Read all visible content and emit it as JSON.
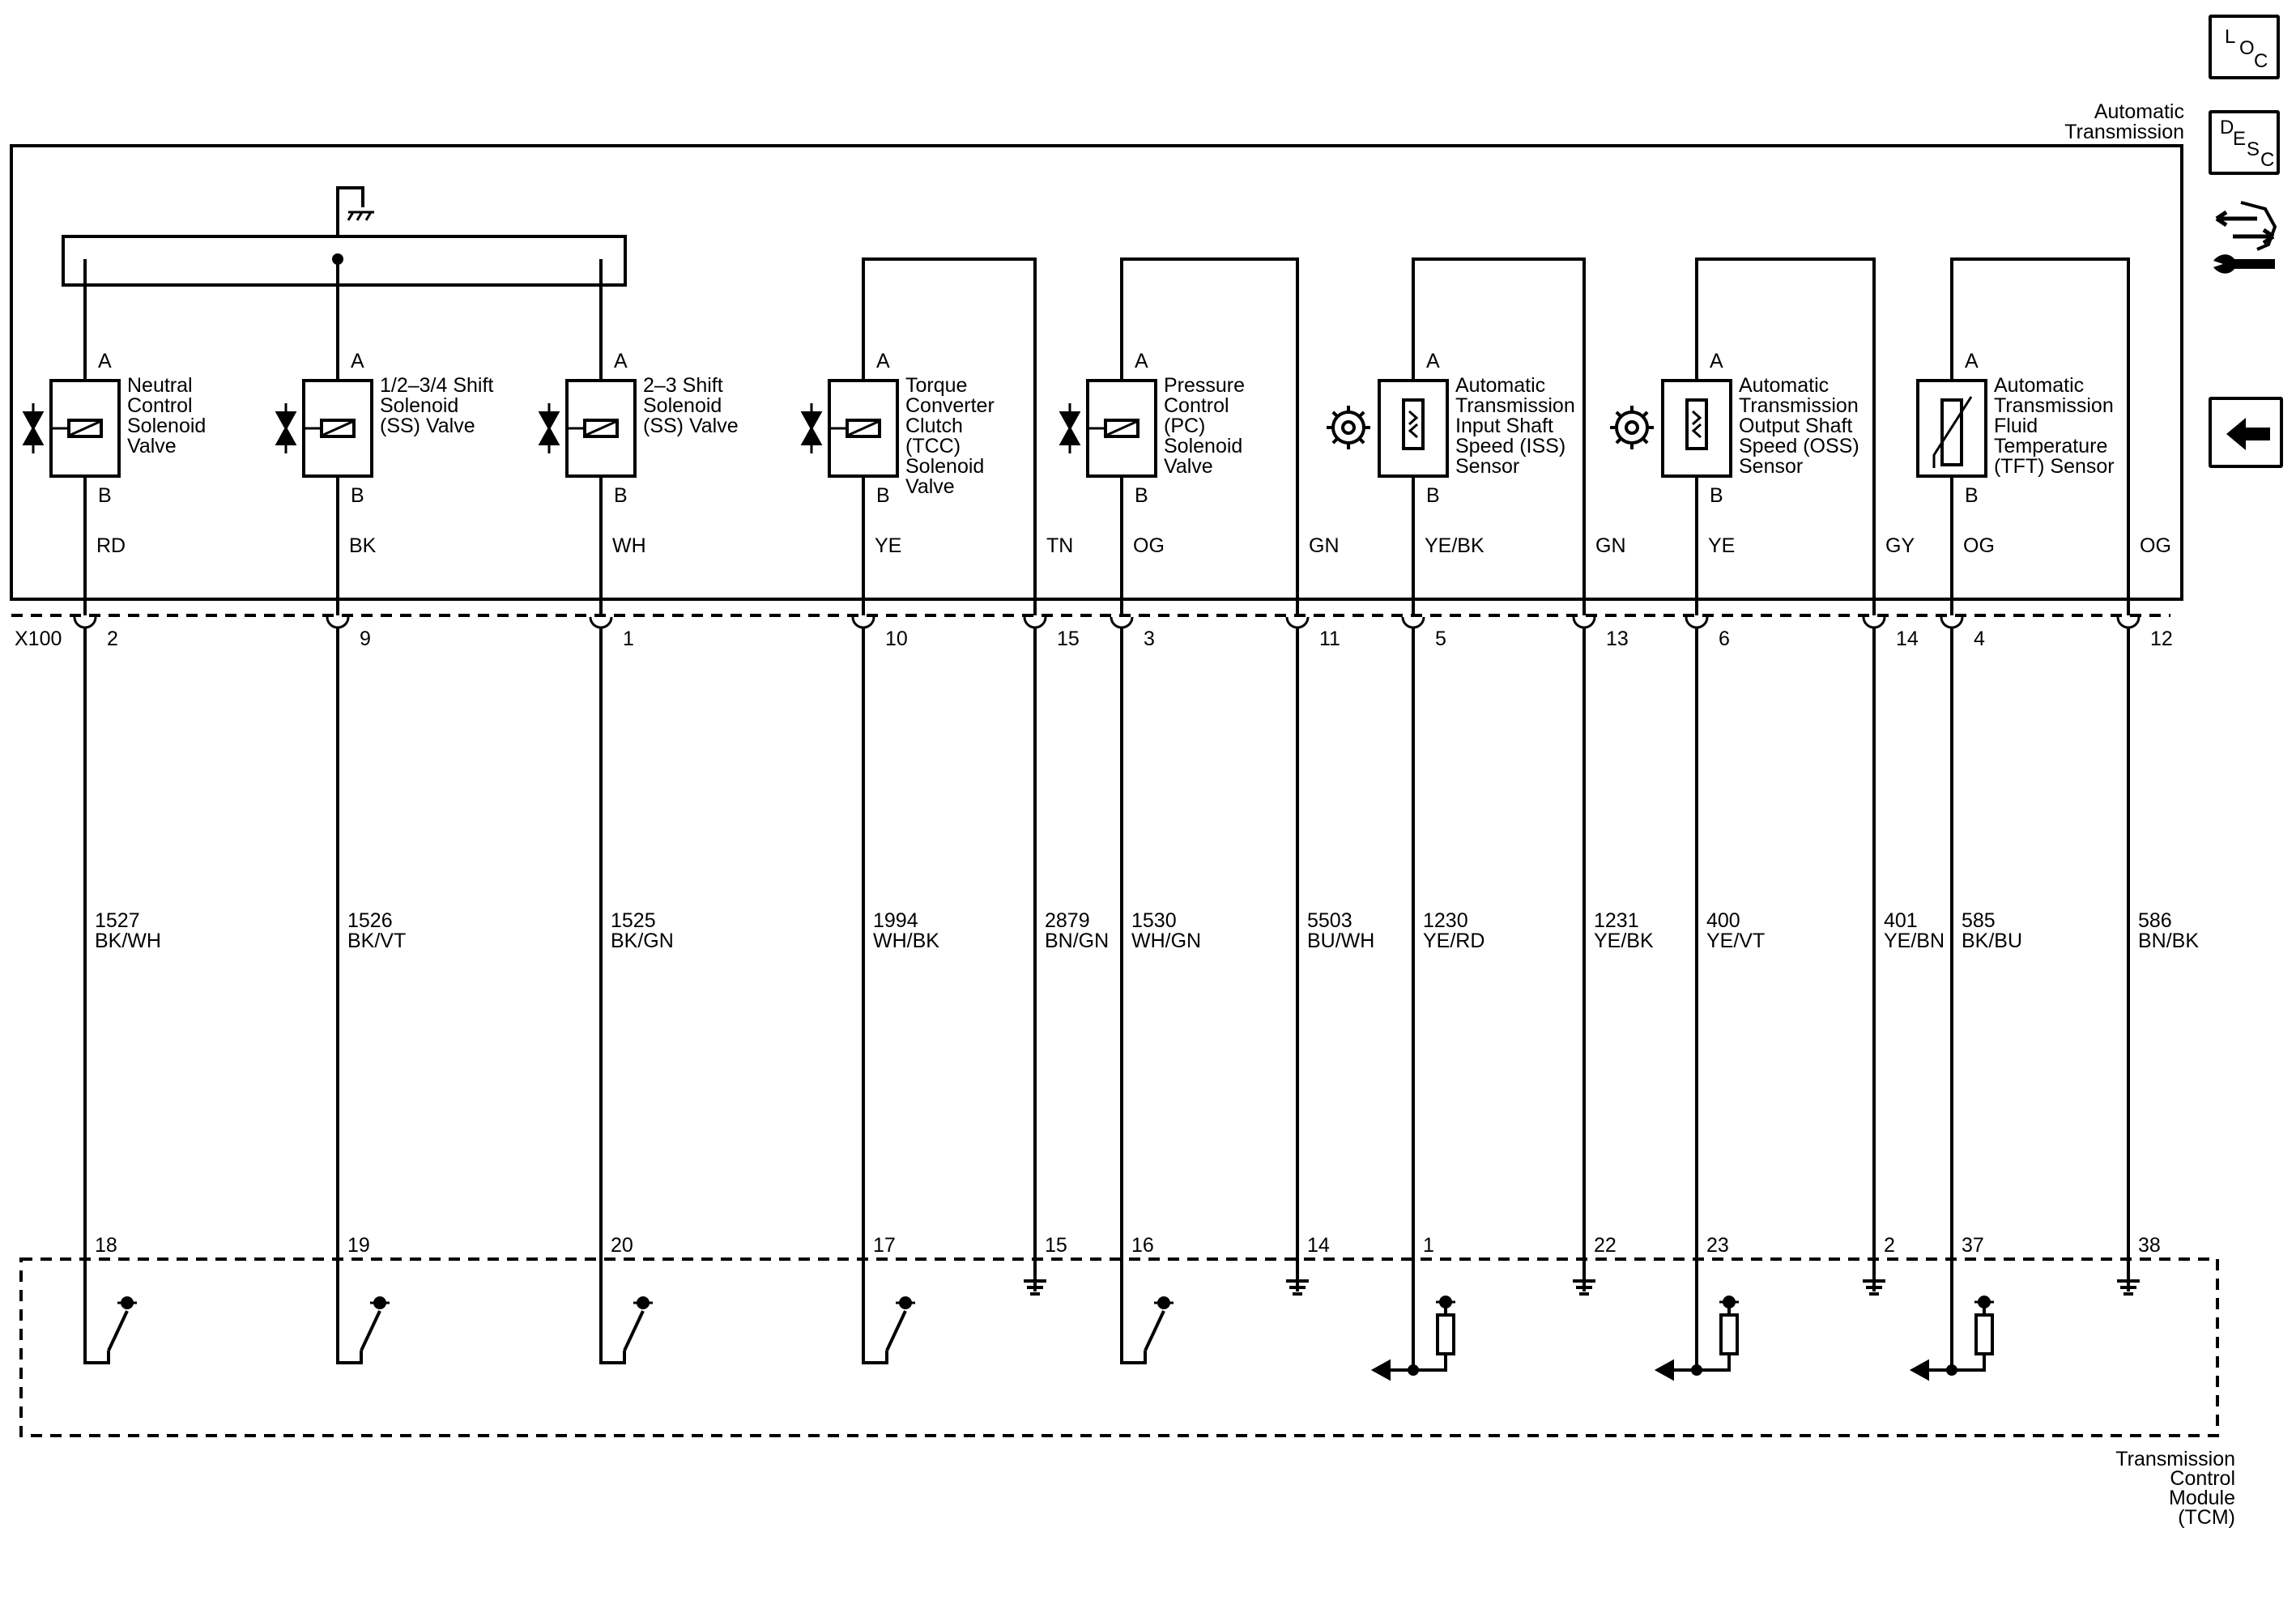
{
  "component_name": "Automatic\nTransmission",
  "module_name": "Transmission\nControl\nModule\n(TCM)",
  "connector_label": "X100",
  "circuits": [
    {
      "id": "c1",
      "pin_a": "A",
      "pin_b": "B",
      "label": "Neutral\nControl\nSolenoid\nValve",
      "device": "solenoid",
      "wire_color_in": "RD",
      "x100_pin": "2",
      "circuit": "1527",
      "wire_color": "BK/WH",
      "tcm_pin": "18",
      "tcm_type": "switch"
    },
    {
      "id": "c2",
      "pin_a": "A",
      "pin_b": "B",
      "label": "1/2–3/4 Shift\nSolenoid\n(SS) Valve",
      "device": "solenoid",
      "wire_color_in": "BK",
      "x100_pin": "9",
      "circuit": "1526",
      "wire_color": "BK/VT",
      "tcm_pin": "19",
      "tcm_type": "switch"
    },
    {
      "id": "c3",
      "pin_a": "A",
      "pin_b": "B",
      "label": "2–3 Shift\nSolenoid\n(SS) Valve",
      "device": "solenoid",
      "wire_color_in": "WH",
      "x100_pin": "1",
      "circuit": "1525",
      "wire_color": "BK/GN",
      "tcm_pin": "20",
      "tcm_type": "switch"
    },
    {
      "id": "c4",
      "pin_a": "A",
      "pin_b": "B",
      "label": "Torque\nConverter\nClutch\n(TCC)\nSolenoid\nValve",
      "device": "solenoid",
      "wire_color_in": "YE",
      "x100_pin": "10",
      "circuit": "1994",
      "wire_color": "WH/BK",
      "tcm_pin": "17",
      "tcm_type": "switch"
    },
    {
      "id": "c4r",
      "wire_color_in": "TN",
      "x100_pin": "15",
      "circuit": "2879",
      "wire_color": "BN/GN",
      "tcm_pin": "15",
      "tcm_type": "ground"
    },
    {
      "id": "c5",
      "pin_a": "A",
      "pin_b": "B",
      "label": "Pressure\nControl\n(PC)\nSolenoid\nValve",
      "device": "solenoid",
      "wire_color_in": "OG",
      "x100_pin": "3",
      "circuit": "1530",
      "wire_color": "WH/GN",
      "tcm_pin": "16",
      "tcm_type": "switch"
    },
    {
      "id": "c5r",
      "wire_color_in": "GN",
      "x100_pin": "11",
      "circuit": "5503",
      "wire_color": "BU/WH",
      "tcm_pin": "14",
      "tcm_type": "ground"
    },
    {
      "id": "c6",
      "pin_a": "A",
      "pin_b": "B",
      "label": "Automatic\nTransmission\nInput Shaft\nSpeed (ISS)\nSensor",
      "device": "speed",
      "wire_color_in": "YE/BK",
      "x100_pin": "5",
      "circuit": "1230",
      "wire_color": "YE/RD",
      "tcm_pin": "1",
      "tcm_type": "sensor"
    },
    {
      "id": "c6r",
      "wire_color_in": "GN",
      "x100_pin": "13",
      "circuit": "1231",
      "wire_color": "YE/BK",
      "tcm_pin": "22",
      "tcm_type": "ground"
    },
    {
      "id": "c7",
      "pin_a": "A",
      "pin_b": "B",
      "label": "Automatic\nTransmission\nOutput Shaft\nSpeed (OSS)\nSensor",
      "device": "speed",
      "wire_color_in": "YE",
      "x100_pin": "6",
      "circuit": "400",
      "wire_color": "YE/VT",
      "tcm_pin": "23",
      "tcm_type": "sensor"
    },
    {
      "id": "c7r",
      "wire_color_in": "GY",
      "x100_pin": "14",
      "circuit": "401",
      "wire_color": "YE/BN",
      "tcm_pin": "2",
      "tcm_type": "ground"
    },
    {
      "id": "c8",
      "pin_a": "A",
      "pin_b": "B",
      "label": "Automatic\nTransmission\nFluid\nTemperature\n(TFT) Sensor",
      "device": "thermistor",
      "wire_color_in": "OG",
      "x100_pin": "4",
      "circuit": "585",
      "wire_color": "BK/BU",
      "tcm_pin": "37",
      "tcm_type": "sensor"
    },
    {
      "id": "c8r",
      "wire_color_in": "OG",
      "x100_pin": "12",
      "circuit": "586",
      "wire_color": "BN/BK",
      "tcm_pin": "38",
      "tcm_type": "ground"
    }
  ],
  "sidebar": {
    "loc": [
      "L",
      "O",
      "C"
    ],
    "desc": [
      "D",
      "E",
      "S",
      "C"
    ]
  }
}
